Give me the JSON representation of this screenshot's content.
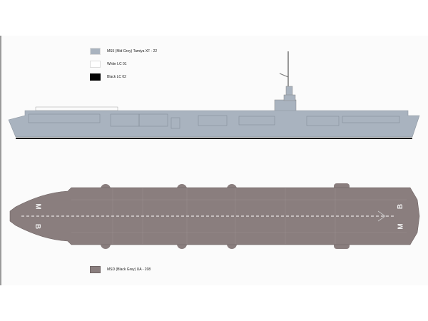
{
  "legend": {
    "items": [
      {
        "label": "MS5 (Mid Grey) Tamiya XF - 22",
        "color": "#a9b3bf"
      },
      {
        "label": "White  LC 01",
        "color": "#ffffff"
      },
      {
        "label": "Black  LC 02",
        "color": "#050505"
      }
    ],
    "deck_item": {
      "label": "MSD (Black Grey) UA - 208",
      "color": "#8a7e7e"
    }
  },
  "deck_markings": {
    "bow_letters": [
      "M",
      "B"
    ],
    "stern_letters": [
      "M",
      "B"
    ]
  }
}
